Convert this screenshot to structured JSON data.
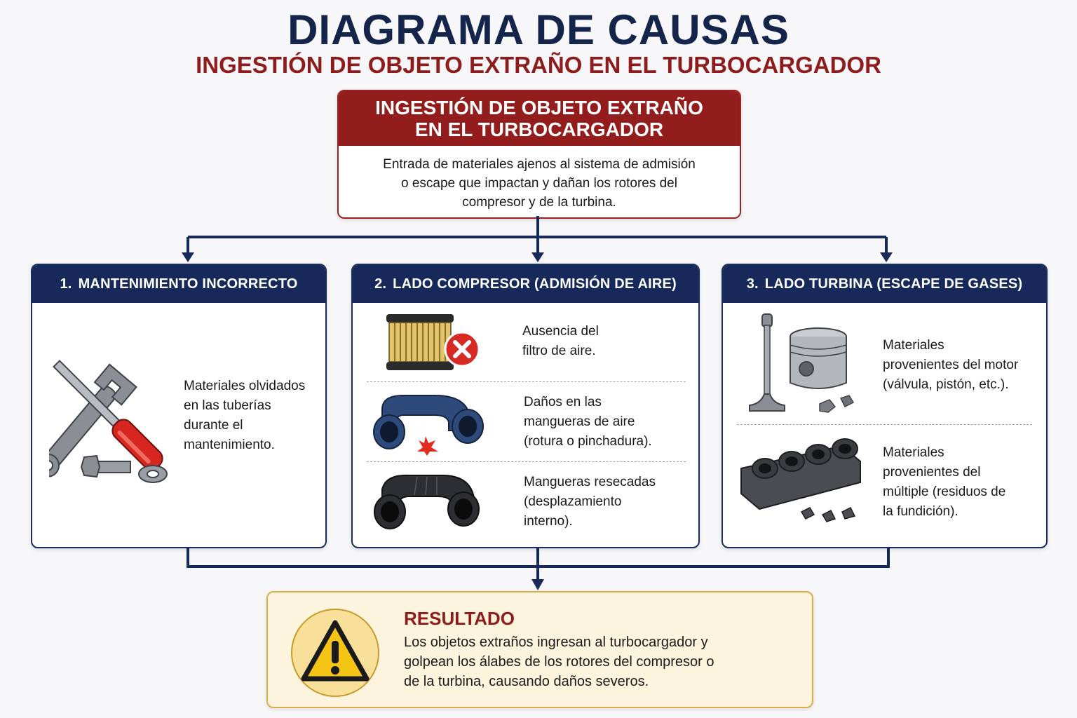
{
  "title": "DIAGRAMA DE CAUSAS",
  "subtitle": "INGESTIÓN DE OBJETO EXTRAÑO EN EL TURBOCARGADOR",
  "problem": {
    "heading_line1": "INGESTIÓN DE OBJETO EXTRAÑO",
    "heading_line2": "EN EL TURBOCARGADOR",
    "description_lines": [
      "Entrada de materiales ajenos al sistema de admisión",
      "o escape que impactan y dañan los rotores del",
      "compresor y de la turbina."
    ]
  },
  "categories": [
    {
      "number": "1.",
      "title": "MANTENIMIENTO INCORRECTO",
      "items": [
        {
          "icon": "wrench-screwdriver-bolt-icon",
          "lines": [
            "Materiales olvidados",
            "en las tuberías",
            "durante el",
            "mantenimiento."
          ]
        }
      ]
    },
    {
      "number": "2.",
      "title": "LADO COMPRESOR (ADMISIÓN DE AIRE)",
      "items": [
        {
          "icon": "missing-air-filter-icon",
          "lines": [
            "Ausencia del",
            "filtro de aire."
          ]
        },
        {
          "icon": "damaged-hose-icon",
          "lines": [
            "Daños en las",
            "mangueras de aire",
            "(rotura o pinchadura)."
          ]
        },
        {
          "icon": "dried-hose-icon",
          "lines": [
            "Mangueras resecadas",
            "(desplazamiento",
            "interno)."
          ]
        }
      ]
    },
    {
      "number": "3.",
      "title": "LADO TURBINA (ESCAPE DE GASES)",
      "items": [
        {
          "icon": "valve-piston-icon",
          "lines": [
            "Materiales",
            "provenientes del motor",
            "(válvula, pistón, etc.)."
          ]
        },
        {
          "icon": "exhaust-manifold-icon",
          "lines": [
            "Materiales",
            "provenientes del",
            "múltiple (residuos de",
            "la fundición)."
          ]
        }
      ]
    }
  ],
  "result": {
    "icon": "warning-icon",
    "title": "RESULTADO",
    "lines": [
      "Los objetos extraños ingresan al turbocargador y",
      "golpean los álabes de los rotores del compresor o",
      "de la turbina, causando daños severos."
    ]
  },
  "colors": {
    "navy": "#17295a",
    "crimson": "#931d1d",
    "result_background": "#fdf4dd",
    "warning_yellow": "#f5c515"
  }
}
